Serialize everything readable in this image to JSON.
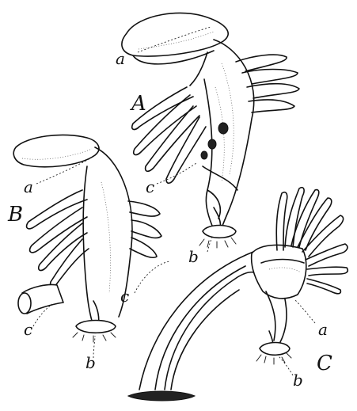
{
  "figures": [
    {
      "id": "A",
      "title": "A",
      "labels": {
        "a": "a",
        "b": "b",
        "c": "c"
      }
    },
    {
      "id": "B",
      "title": "B",
      "labels": {
        "a": "a",
        "b": "b",
        "c": "c"
      }
    },
    {
      "id": "C",
      "title": "C",
      "labels": {
        "a": "a",
        "b": "b",
        "c": "c"
      }
    }
  ]
}
